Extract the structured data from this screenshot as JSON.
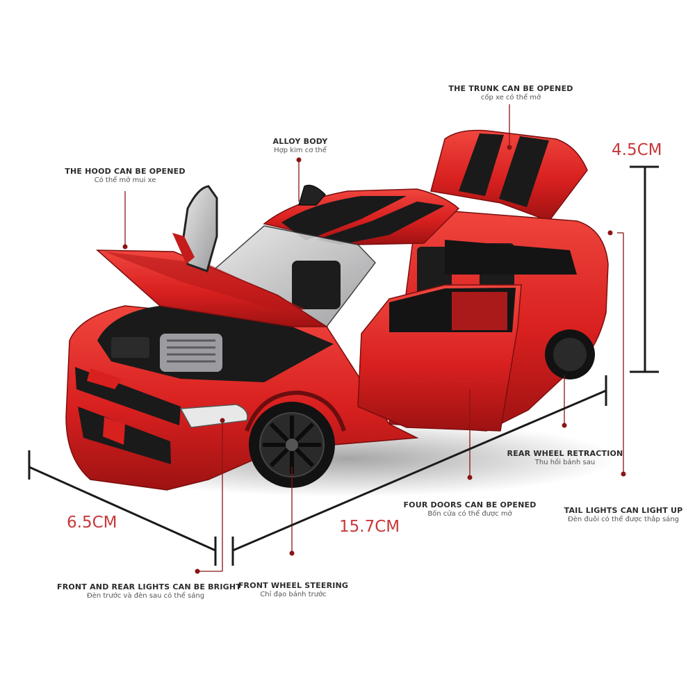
{
  "callouts": {
    "trunk": {
      "en": "THE TRUNK CAN BE OPENED",
      "vi": "cốp xe có thể mở"
    },
    "alloy": {
      "en": "ALLOY BODY",
      "vi": "Hợp kim cơ thể"
    },
    "hood": {
      "en": "THE HOOD CAN BE OPENED",
      "vi": "Có thể mở mui xe"
    },
    "rear_wheel": {
      "en": "REAR WHEEL RETRACTION",
      "vi": "Thu hồi bánh sau"
    },
    "doors": {
      "en": "FOUR DOORS CAN BE OPENED",
      "vi": "Bốn cửa có thể được mở"
    },
    "tail_lights": {
      "en": "TAIL LIGHTS CAN LIGHT UP",
      "vi": "Đèn đuôi có thể được thắp sáng"
    },
    "lights": {
      "en": "FRONT AND REAR LIGHTS CAN BE BRIGHT",
      "vi": "Đèn trước và đèn sau có thể sáng"
    },
    "steering": {
      "en": "FRONT WHEEL STEERING",
      "vi": "Chỉ đạo bánh trước"
    }
  },
  "dimensions": {
    "height": "4.5CM",
    "width": "6.5CM",
    "length": "15.7CM"
  },
  "colors": {
    "car_red": "#d8201f",
    "stripe_black": "#1a1a1a",
    "dimension_red": "#c8383a",
    "marker_dark_red": "#8a1414"
  }
}
